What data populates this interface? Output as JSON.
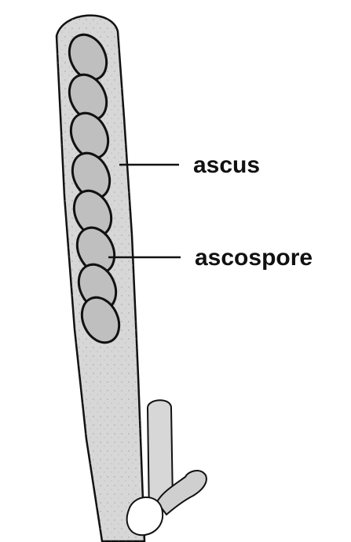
{
  "labels": {
    "ascus": "ascus",
    "ascospore": "ascospore"
  },
  "spore_count": 8,
  "colors": {
    "ascus_fill": "#d7d7d7",
    "spore_fill": "#bfbfbf",
    "outline": "#111111",
    "cell_fill": "#ffffff"
  }
}
